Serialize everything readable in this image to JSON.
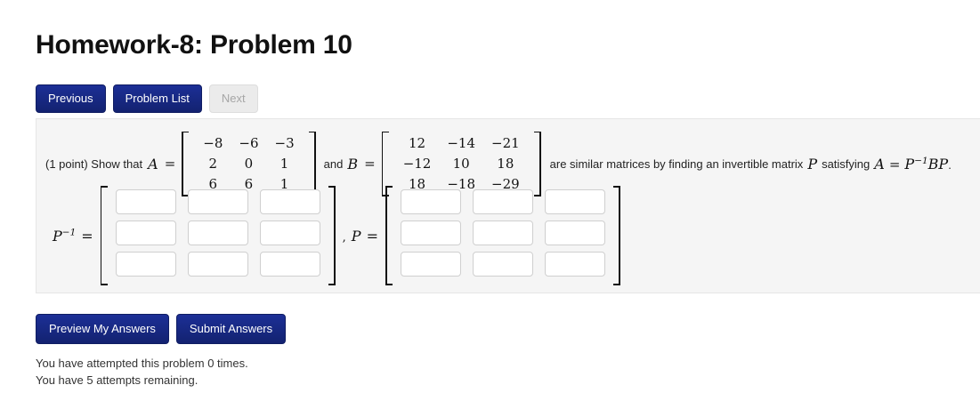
{
  "page_title": "Homework-8: Problem 10",
  "nav": {
    "previous_label": "Previous",
    "problem_list_label": "Problem List",
    "next_label": "Next"
  },
  "problem": {
    "points_text": "(1 point) Show that",
    "var_a": "A",
    "equals": "=",
    "conjunction": "and",
    "var_b": "B",
    "tail_text": "are similar matrices by finding an invertible matrix",
    "var_p": "P",
    "tail_text2": "satisfying",
    "equation_lhs": "A",
    "equation_rhs_base": "P",
    "equation_rhs_exp": "−1",
    "equation_rhs_tail": "BP",
    "equation_period": ".",
    "matrix_a": [
      [
        "−8",
        "−6",
        "−3"
      ],
      [
        "2",
        "0",
        "1"
      ],
      [
        "6",
        "6",
        "1"
      ]
    ],
    "matrix_b": [
      [
        "12",
        "−14",
        "−21"
      ],
      [
        "−12",
        "10",
        "18"
      ],
      [
        "18",
        "−18",
        "−29"
      ]
    ]
  },
  "answer": {
    "p_inverse_label_base": "P",
    "p_inverse_label_exp": "−1",
    "p_inverse_label_eq": "=",
    "separator": ",",
    "p_label_base": "P",
    "p_label_eq": "=",
    "p_inverse_values": [
      [
        "",
        "",
        ""
      ],
      [
        "",
        "",
        ""
      ],
      [
        "",
        "",
        ""
      ]
    ],
    "p_values": [
      [
        "",
        "",
        ""
      ],
      [
        "",
        "",
        ""
      ],
      [
        "",
        "",
        ""
      ]
    ],
    "input_placeholder": ""
  },
  "actions": {
    "preview_label": "Preview My Answers",
    "submit_label": "Submit Answers"
  },
  "status": {
    "attempted_text": "You have attempted this problem 0 times.",
    "remaining_text": "You have 5 attempts remaining."
  },
  "colors": {
    "primary_button": "#172a88",
    "panel_background": "#f5f5f5",
    "disabled_button": "#ebebeb",
    "disabled_text": "#a6a6a6"
  }
}
